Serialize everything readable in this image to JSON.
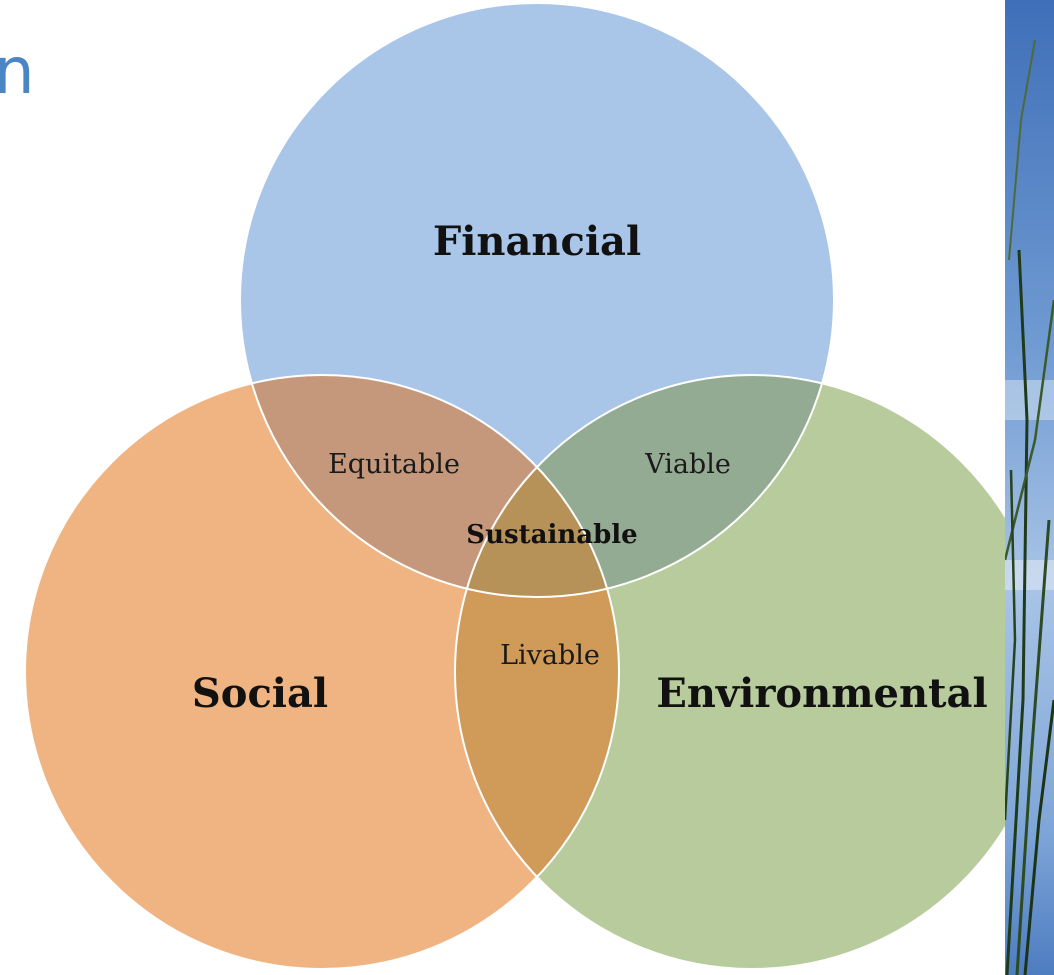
{
  "slide": {
    "title_fragment": "n"
  },
  "diagram": {
    "sets": [
      {
        "key": "financial",
        "label": "Financial",
        "color": "#a9c5e8"
      },
      {
        "key": "social",
        "label": "Social",
        "color": "#f0b482"
      },
      {
        "key": "environmental",
        "label": "Environmental",
        "color": "#b8cb9d"
      }
    ],
    "overlaps": {
      "financial_social": "Equitable",
      "financial_environmental": "Viable",
      "social_environmental": "Livable",
      "all_three": "Sustainable"
    },
    "overlap_colors": {
      "financial_social": "#c6987b",
      "financial_environmental": "#93ab92",
      "social_environmental": "#d09a58",
      "all_three": "#b69158"
    },
    "outline_color": "#ffffff"
  },
  "decoration": {
    "side_photo": "water-and-reeds"
  }
}
